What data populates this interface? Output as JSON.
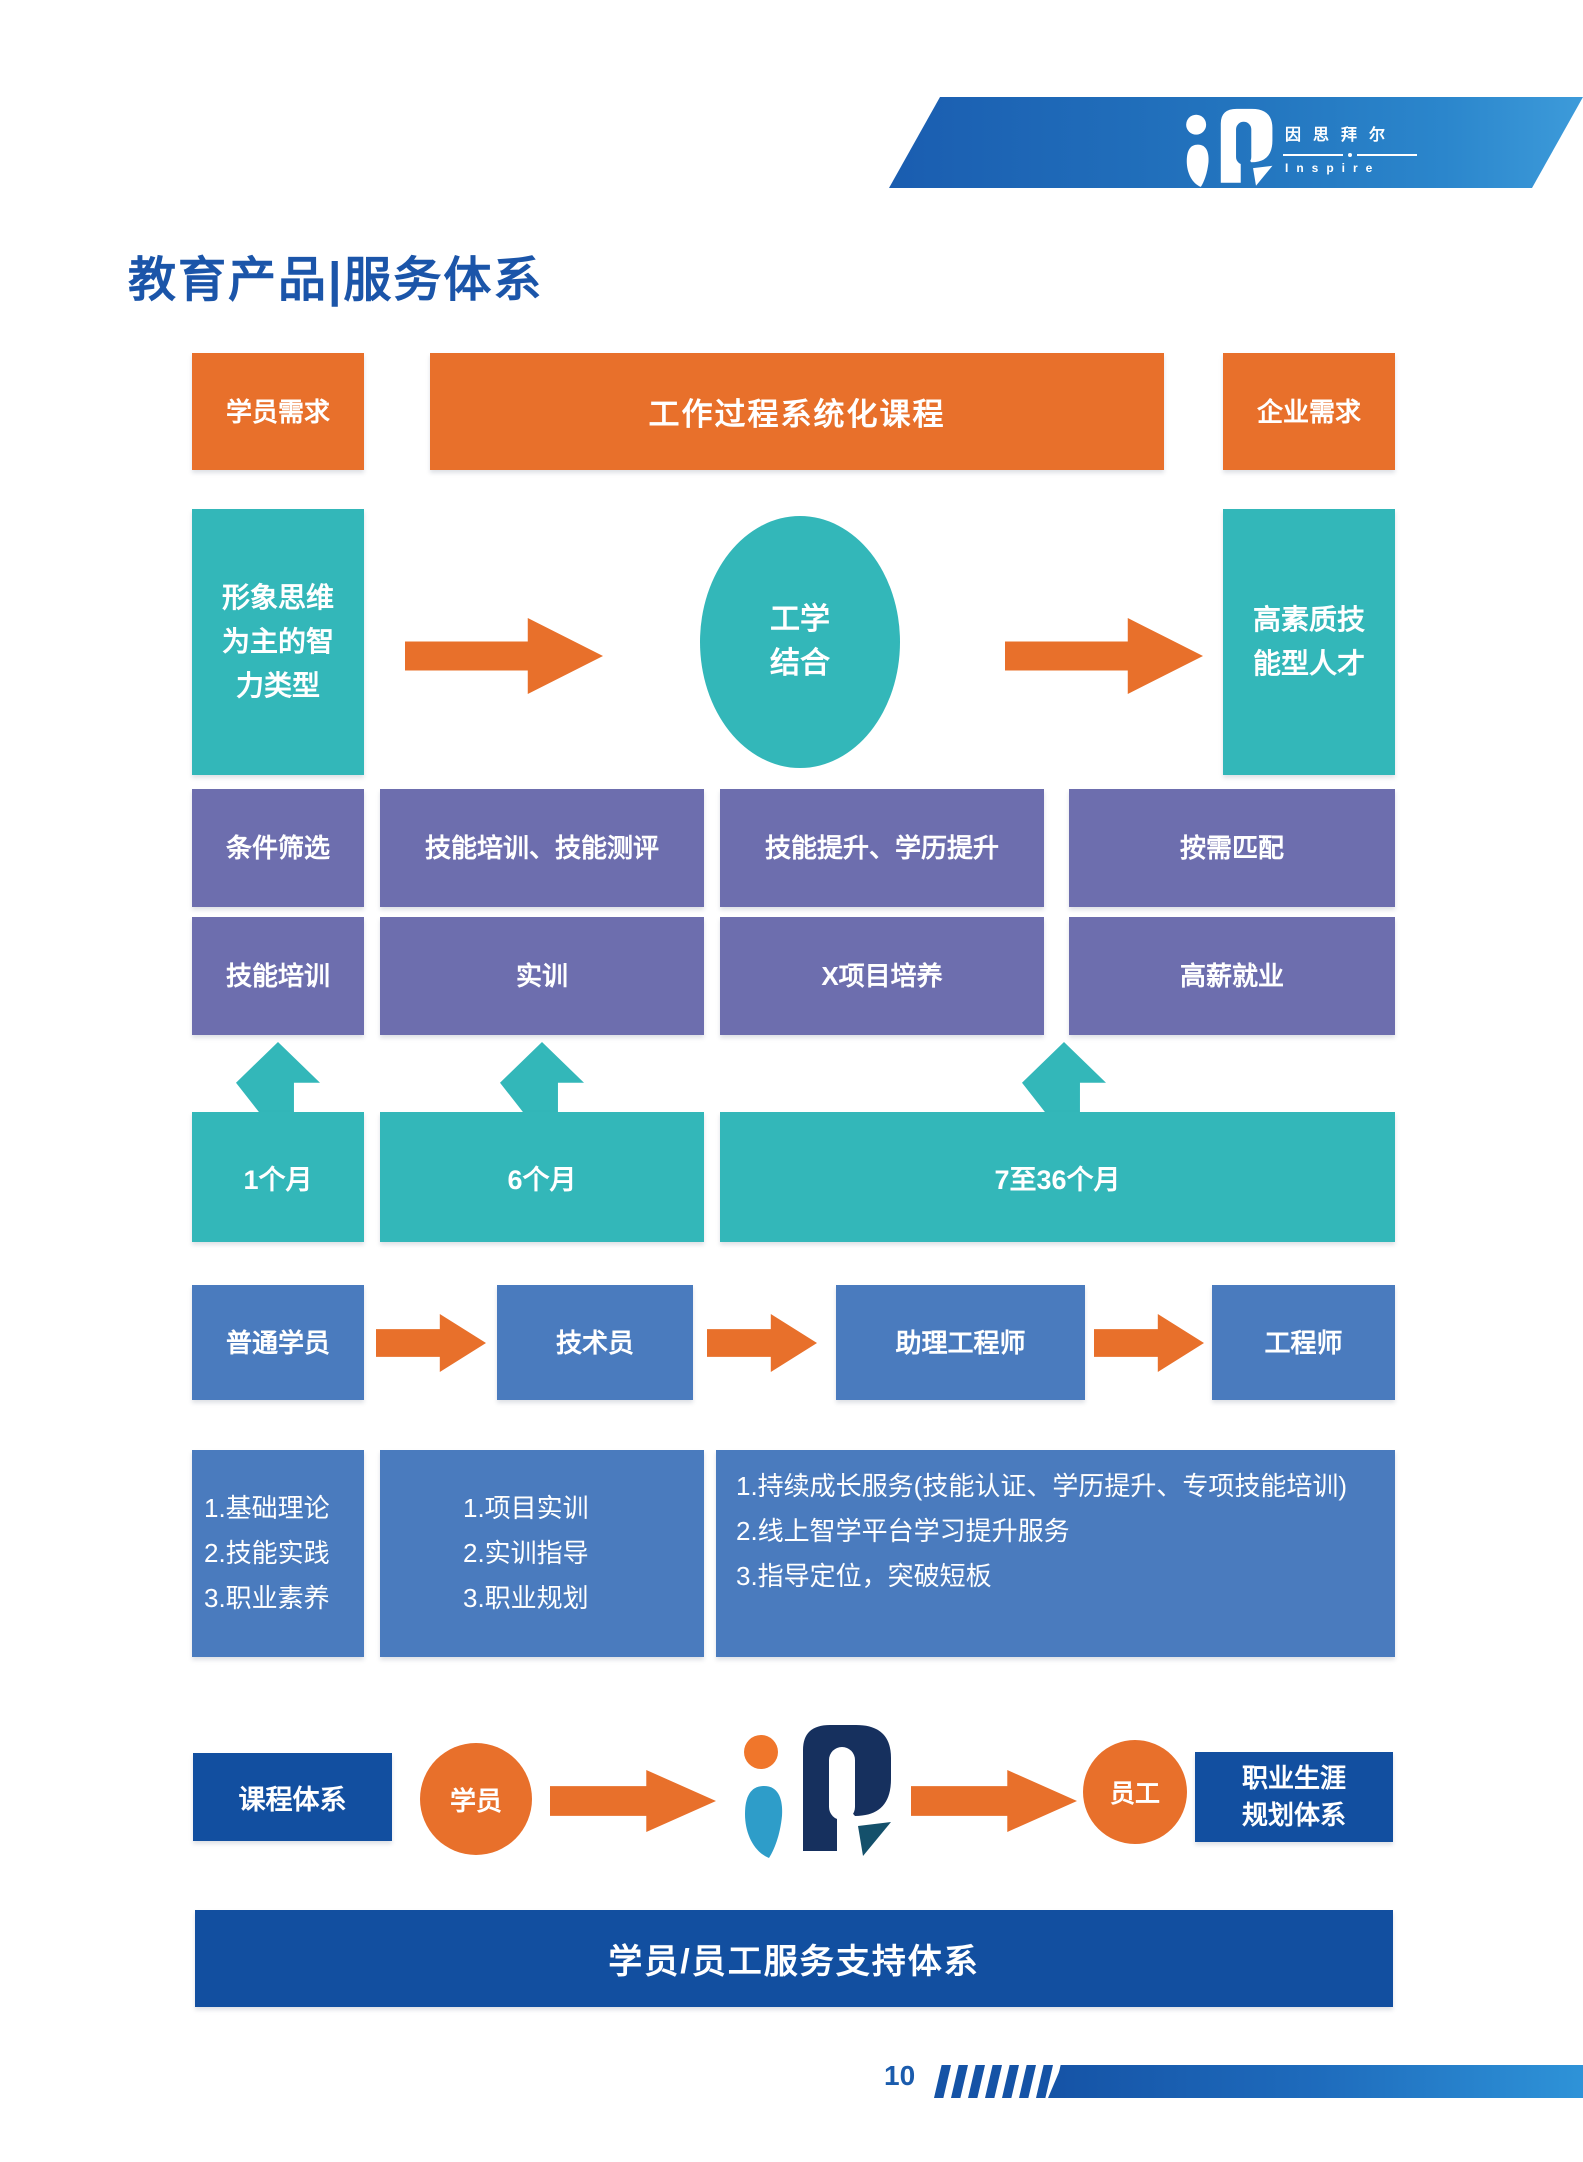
{
  "header": {
    "brand_cn": "因思拜尔",
    "brand_en": "Inspire"
  },
  "title": "教育产品|服务体系",
  "colors": {
    "orange": "#E8702B",
    "teal": "#33B7B9",
    "purple": "#6D6EAE",
    "blue": "#4A7BBE",
    "dark_blue": "#124FA0",
    "title_blue": "#1B55A9",
    "banner_gradient_start": "#1A5DB0",
    "banner_gradient_end": "#3D9BDA"
  },
  "top_row": {
    "left": "学员需求",
    "center": "工作过程系统化课程",
    "right": "企业需求"
  },
  "transform_row": {
    "left": "形象思维\n为主的智\n力类型",
    "center": "工学\n结合",
    "right": "高素质技\n能型人才"
  },
  "purple_rows": {
    "row1": [
      "条件筛选",
      "技能培训、技能测评",
      "技能提升、学历提升",
      "按需匹配"
    ],
    "row2": [
      "技能培训",
      "实训",
      "X项目培养",
      "高薪就业"
    ]
  },
  "durations": [
    "1个月",
    "6个月",
    "7至36个月"
  ],
  "career_path": [
    "普通学员",
    "技术员",
    "助理工程师",
    "工程师"
  ],
  "detail_lists": [
    {
      "items": [
        "1.基础理论",
        "2.技能实践",
        "3.职业素养"
      ]
    },
    {
      "items": [
        "1.项目实训",
        "2.实训指导",
        "3.职业规划"
      ]
    },
    {
      "items": [
        "1.持续成长服务(技能认证、学历提升、专项技能培训)",
        "2.线上智学平台学习提升服务",
        "3.指导定位，突破短板"
      ]
    }
  ],
  "bottom_flow": {
    "left_box": "课程体系",
    "student": "学员",
    "employee": "员工",
    "right_box": "职业生涯\n规划体系"
  },
  "support_bar": "学员/员工服务支持体系",
  "footer": {
    "page_number": "10"
  }
}
